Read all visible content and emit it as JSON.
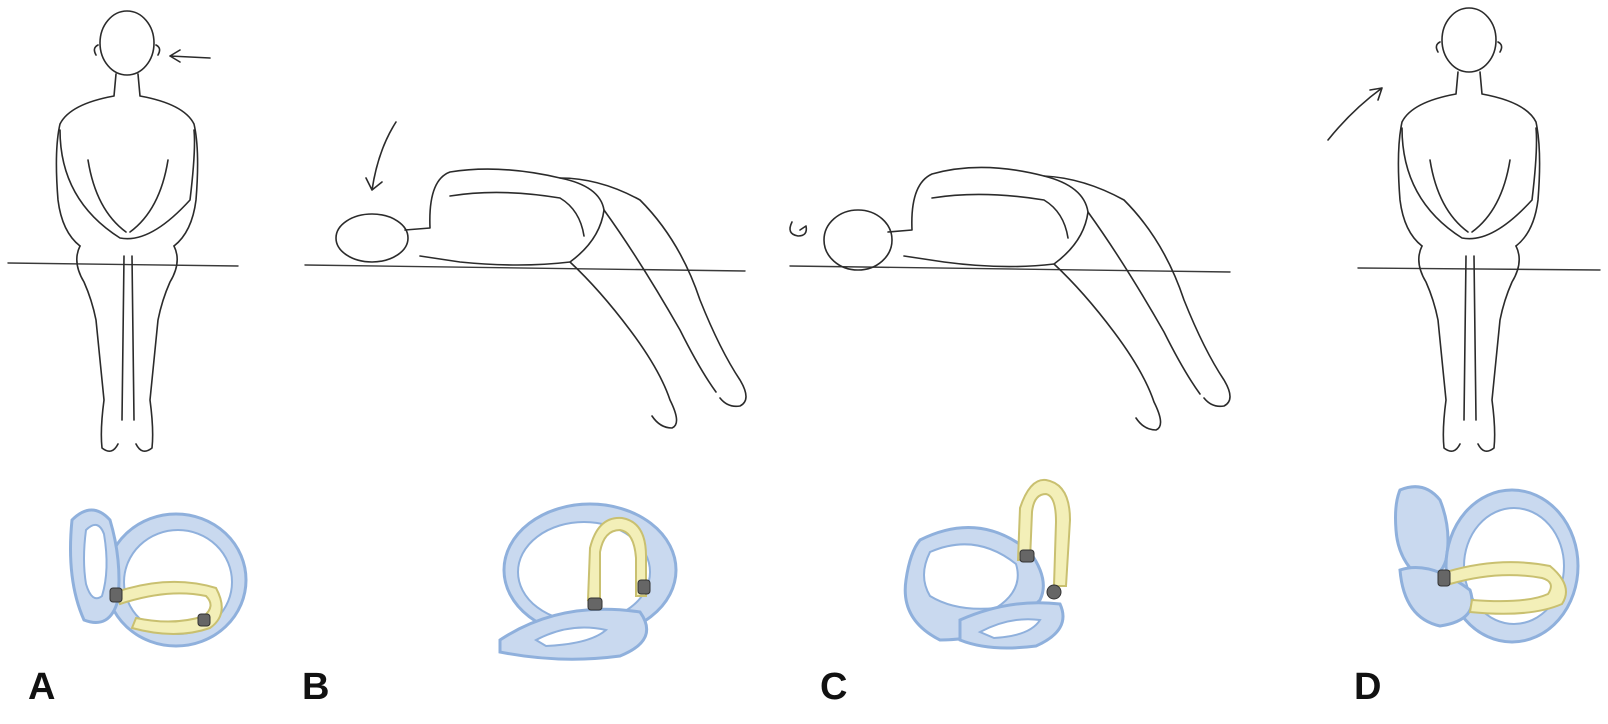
{
  "panels": [
    {
      "label": "A",
      "pose": "sitting-head-turned",
      "arrow": "head-turn-arrow"
    },
    {
      "label": "B",
      "pose": "supine-head-hanging",
      "arrow": "lie-back-arrow"
    },
    {
      "label": "C",
      "pose": "supine-head-rotated",
      "arrow": "rotation-arrow"
    },
    {
      "label": "D",
      "pose": "sitting-up",
      "arrow": "sit-up-arrow"
    }
  ],
  "colors": {
    "canal_blue": "#c9d9ef",
    "canal_outline": "#8fb0dc",
    "posterior_canal_yellow": "#f3efb8",
    "line": "#2b2b2b"
  }
}
